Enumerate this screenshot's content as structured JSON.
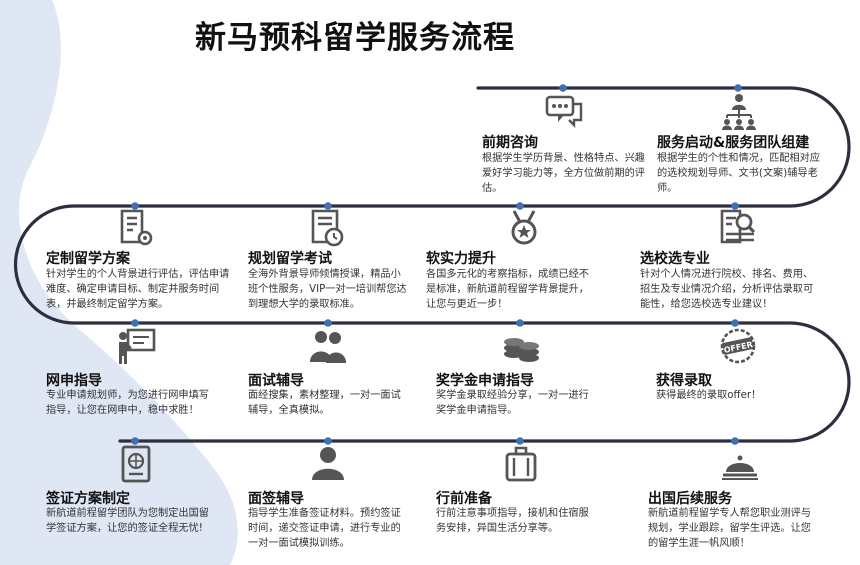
{
  "title": "新马预科留学服务流程",
  "colors": {
    "path": "#2d2e3e",
    "dot": "#3f6fb6",
    "icon": "#555555",
    "bg_shape": "#dfe6f4"
  },
  "steps": [
    {
      "icon": "chat-bubble-icon",
      "name": "前期咨询",
      "desc": "根据学生学历背景、性格特点、兴趣爱好学习能力等，全方位做前期的评估。"
    },
    {
      "icon": "team-hierarchy-icon",
      "name": "服务启动&服务团队组建",
      "desc": "根据学生的个性和情况，匹配相对应的选校规划导师、文书(文案)辅导老师。"
    },
    {
      "icon": "document-gear-icon",
      "name": "定制留学方案",
      "desc": "针对学生的个人背景进行评估，评估申请难度、确定申请目标、制定并服务时间表，并最终制定留学方案。"
    },
    {
      "icon": "document-clock-icon",
      "name": "规划留学考试",
      "desc": "全海外背景导师倾情授课，精品小班个性服务，VIP一对一培训帮您达到理想大学的录取标准。"
    },
    {
      "icon": "medal-icon",
      "name": "软实力提升",
      "desc": "各国多元化的考察指标，成绩已经不是标准，新航道前程留学背景提升，让您与更近一步！"
    },
    {
      "icon": "document-search-icon",
      "name": "选校选专业",
      "desc": "针对个人情况进行院校、排名、费用、招生及专业情况介绍，分析评估录取可能性，给您选校选专业建议！"
    },
    {
      "icon": "presenter-board-icon",
      "name": "网申指导",
      "desc": "专业申请规划师，为您进行网申填写指导，让您在网申中，稳中求胜！"
    },
    {
      "icon": "two-people-icon",
      "name": "面试辅导",
      "desc": "面经搜集，素材整理，一对一面试辅导，全真模拟。"
    },
    {
      "icon": "coins-stack-icon",
      "name": "奖学金申请指导",
      "desc": "奖学金录取经验分享，一对一进行奖学金申请指导。"
    },
    {
      "icon": "offer-stamp-icon",
      "name": "获得录取",
      "desc": "获得最终的录取offer！"
    },
    {
      "icon": "passport-icon",
      "name": "签证方案制定",
      "desc": "新航道前程留学团队为您制定出国留学签证方案，让您的签证全程无忧!"
    },
    {
      "icon": "person-silhouette-icon",
      "name": "面签辅导",
      "desc": "指导学生准备签证材料。预约签证时间，递交签证申请，进行专业的一对一面试模拟训练。"
    },
    {
      "icon": "luggage-icon",
      "name": "行前准备",
      "desc": "行前注意事项指导，接机和住宿服务安排，异国生活分享等。"
    },
    {
      "icon": "service-bell-icon",
      "name": "出国后续服务",
      "desc": "新航道前程留学专人帮您职业测评与规划，学业跟踪，留学生评选。让您的留学生涯一帆风顺！"
    }
  ]
}
